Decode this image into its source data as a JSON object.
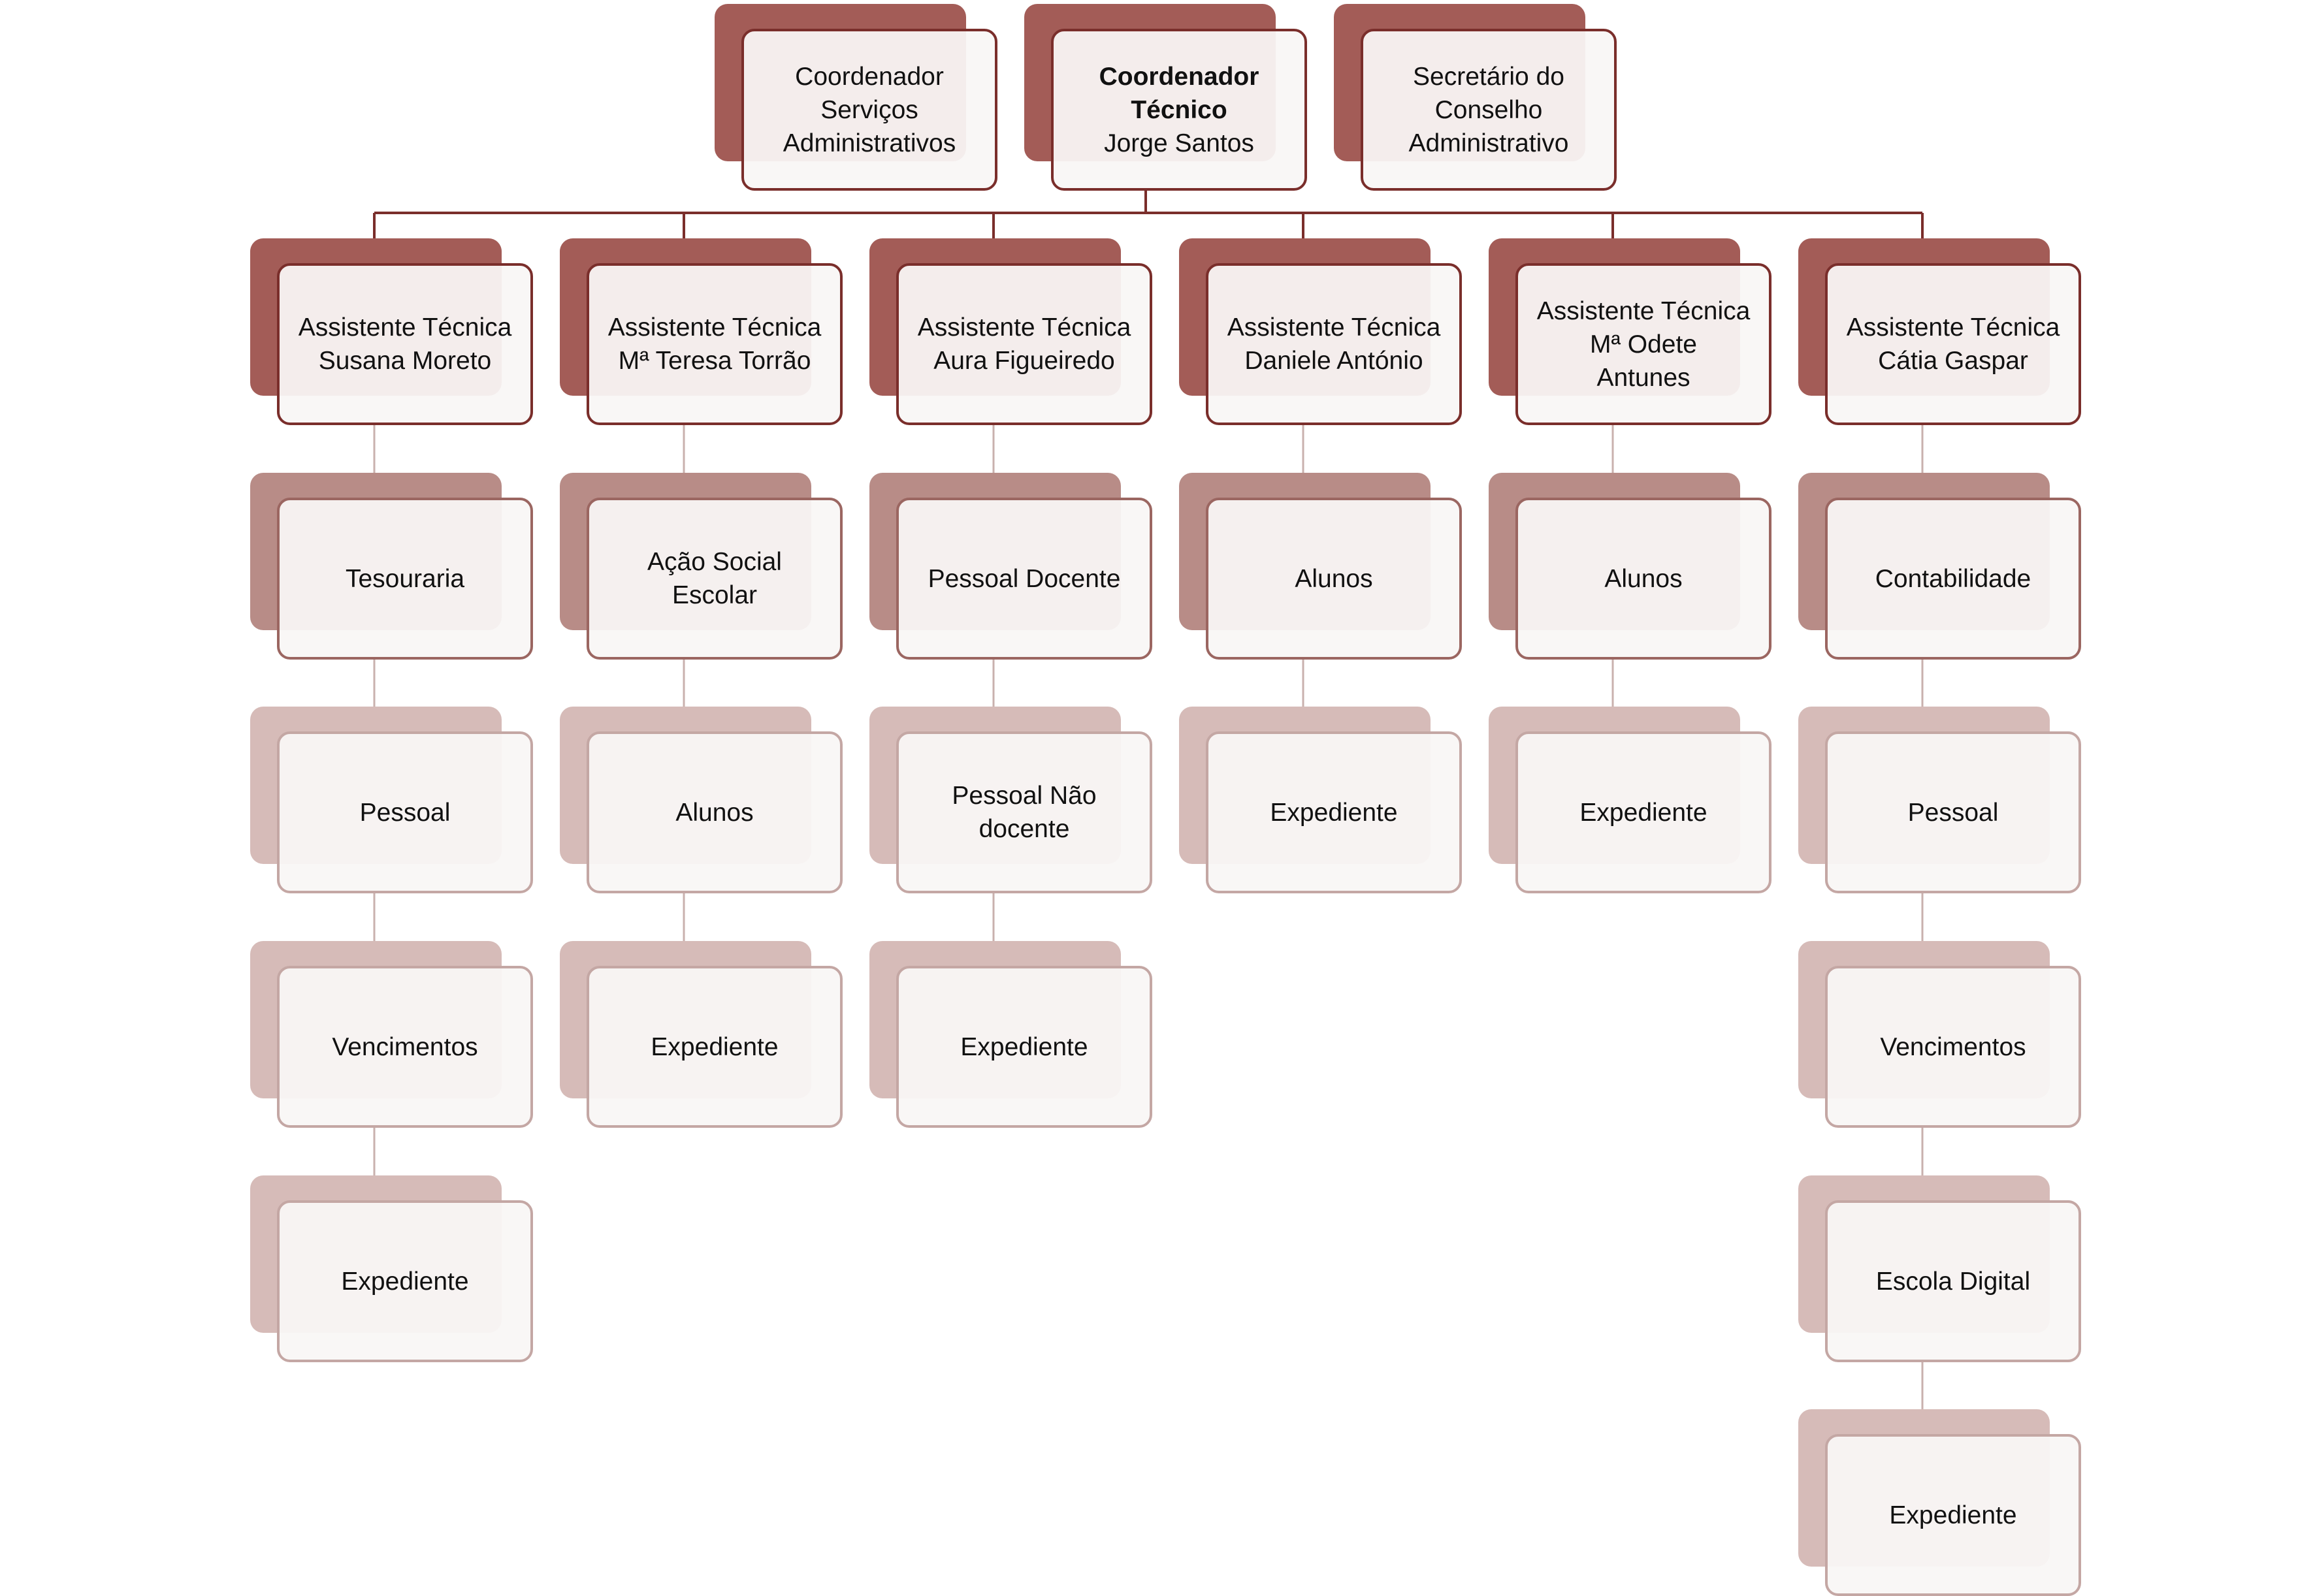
{
  "colors": {
    "level0": "#a35c57",
    "level1": "#b88c87",
    "level2": "#d6bbb8",
    "border0": "#7a2e2b",
    "border1": "#9b6661",
    "border2": "#c4a7a4",
    "connector": "#7a2e2b",
    "connector_light": "#c9b1ae"
  },
  "top": [
    {
      "lines": [
        "Coordenador",
        "Serviços",
        "Administrativos"
      ]
    },
    {
      "bold_lines": [
        "Coordenador",
        "Técnico"
      ],
      "lines": [
        "Jorge Santos"
      ]
    },
    {
      "lines": [
        "Secretário do",
        "Conselho",
        "Administrativo"
      ]
    }
  ],
  "columns": [
    {
      "head": [
        "Assistente Técnica",
        "Susana Moreto"
      ],
      "items": [
        "Tesouraria",
        "Pessoal",
        "Vencimentos",
        "Expediente"
      ]
    },
    {
      "head": [
        "Assistente Técnica",
        "Mª Teresa Torrão"
      ],
      "items": [
        "Ação Social\nEscolar",
        "Alunos",
        "Expediente"
      ]
    },
    {
      "head": [
        "Assistente Técnica",
        "Aura Figueiredo"
      ],
      "items": [
        "Pessoal Docente",
        "Pessoal Não\ndocente",
        "Expediente"
      ]
    },
    {
      "head": [
        "Assistente Técnica",
        "Daniele António"
      ],
      "items": [
        "Alunos",
        "Expediente"
      ]
    },
    {
      "head": [
        "Assistente Técnica",
        "Mª Odete",
        "Antunes"
      ],
      "items": [
        "Alunos",
        "Expediente"
      ]
    },
    {
      "head": [
        "Assistente Técnica",
        "Cátia Gaspar"
      ],
      "items": [
        "Contabilidade",
        "Pessoal",
        "Vencimentos",
        "Escola Digital",
        "Expediente"
      ]
    }
  ]
}
